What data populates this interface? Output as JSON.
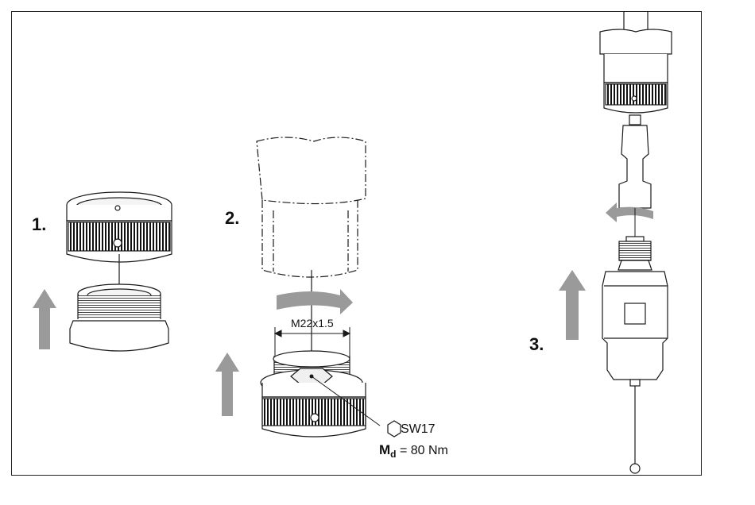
{
  "steps": {
    "one": "1.",
    "two": "2.",
    "three": "3."
  },
  "labels": {
    "thread": "M22x1.5",
    "wrench_size": "SW17",
    "torque_symbol": "M",
    "torque_subscript": "d",
    "torque_value": "= 80 Nm"
  },
  "colors": {
    "arrow_fill": "#9a9a9a",
    "line": "#1a1a1a"
  },
  "icons": [
    "up-arrow-icon",
    "rotate-arrow-icon",
    "hexagon-icon"
  ]
}
